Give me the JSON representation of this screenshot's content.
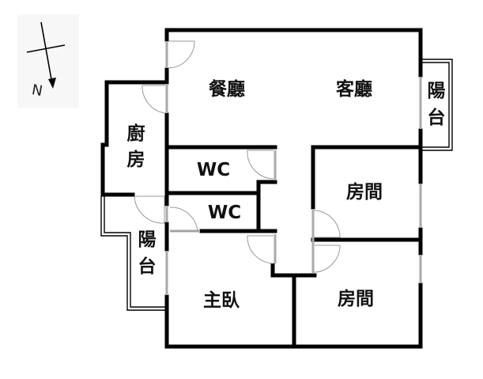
{
  "compass": {
    "north_label": "N"
  },
  "rooms": {
    "dining": "餐廳",
    "living": "客廳",
    "balcony_east": [
      "陽",
      "台"
    ],
    "kitchen": [
      "廚",
      "房"
    ],
    "wc_1": "WC",
    "wc_2": "WC",
    "bedroom_1": "房間",
    "balcony_west": [
      "陽",
      "台"
    ],
    "master_bedroom": "主臥",
    "bedroom_2": "房間"
  }
}
